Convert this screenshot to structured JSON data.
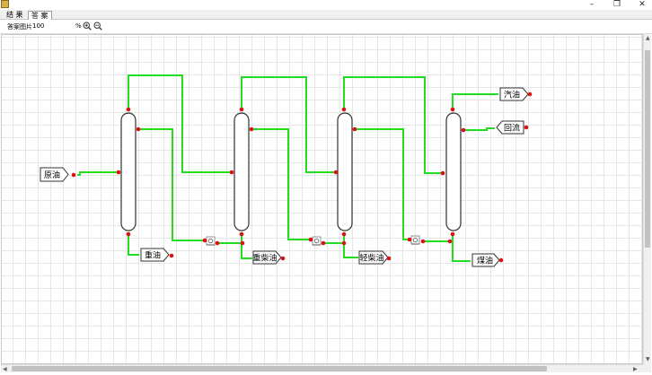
{
  "tabs": [
    {
      "label": "结 果",
      "active": false
    },
    {
      "label": "答 案",
      "active": true
    }
  ],
  "toolbar": {
    "label": "答案图片",
    "zoom": "100",
    "unit": "%",
    "zoom_in_icon": "zoom-in-icon",
    "zoom_out_icon": "zoom-out-icon"
  },
  "streams": {
    "feed": "原油",
    "bottom1": "重油",
    "bottom2": "重柴油",
    "bottom3": "轻柴油",
    "top_out": "汽油",
    "reflux": "回流",
    "side4": "煤油"
  },
  "colors": {
    "pipe": "#22dd22",
    "port": "#dd1111",
    "grid": "#e6e6e6"
  }
}
